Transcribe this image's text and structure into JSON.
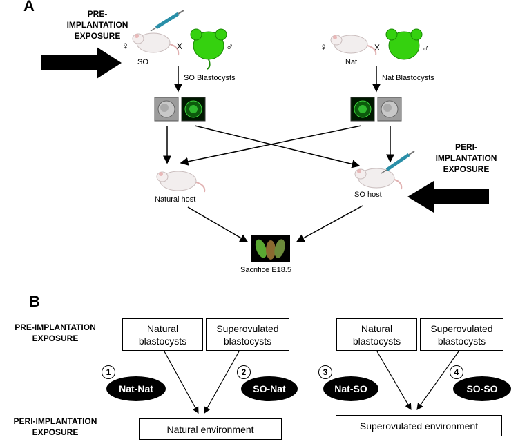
{
  "panel_a": {
    "letter": "A",
    "pre_exposure_label": "PRE-\nIMPLANTATION\nEXPOSURE",
    "peri_exposure_label": "PERI-\nIMPLANTATION\nEXPOSURE",
    "left_cross": {
      "female_symbol": "♀",
      "cross": "X",
      "male_symbol": "♂",
      "donor_label": "SO",
      "blastocysts_label": "SO Blastocysts"
    },
    "right_cross": {
      "female_symbol": "♀",
      "cross": "X",
      "male_symbol": "♂",
      "donor_label": "Nat",
      "blastocysts_label": "Nat Blastocysts"
    },
    "natural_host_label": "Natural host",
    "so_host_label": "SO host",
    "sacrifice_label": "Sacrifice E18.5"
  },
  "panel_b": {
    "letter": "B",
    "row_pre_label": "PRE-IMPLANTATION\nEXPOSURE",
    "row_peri_label": "PERI-IMPLANTATION\nEXPOSURE",
    "boxes": {
      "natural_blastocysts_1": "Natural\nblastocysts",
      "superovulated_blastocysts_1": "Superovulated\nblastocysts",
      "natural_blastocysts_2": "Natural\nblastocysts",
      "superovulated_blastocysts_2": "Superovulated\nblastocysts",
      "natural_environment": "Natural environment",
      "superovulated_environment": "Superovulated environment"
    },
    "groups": [
      {
        "number": "1",
        "label": "Nat-Nat"
      },
      {
        "number": "2",
        "label": "SO-Nat"
      },
      {
        "number": "3",
        "label": "Nat-SO"
      },
      {
        "number": "4",
        "label": "SO-SO"
      }
    ]
  },
  "colors": {
    "mouse_green": "#35d10f",
    "mouse_white": "#f2eeee",
    "arrow": "#000000"
  }
}
